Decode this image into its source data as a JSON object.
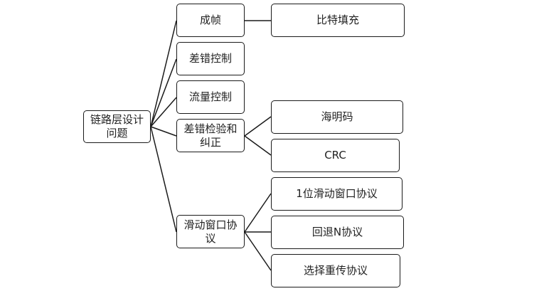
{
  "root": {
    "label": "链路层设计问题"
  },
  "level1": [
    {
      "label": "成帧"
    },
    {
      "label": "差错控制"
    },
    {
      "label": "流量控制"
    },
    {
      "label": "差错检验和纠正"
    },
    {
      "label": "滑动窗口协议"
    }
  ],
  "level2": {
    "framing": [
      {
        "label": "比特填充"
      }
    ],
    "error_detection": [
      {
        "label": "海明码"
      },
      {
        "label": "CRC"
      }
    ],
    "sliding_window": [
      {
        "label": "1位滑动窗口协议"
      },
      {
        "label": "回退N协议"
      },
      {
        "label": "选择重传协议"
      }
    ]
  }
}
